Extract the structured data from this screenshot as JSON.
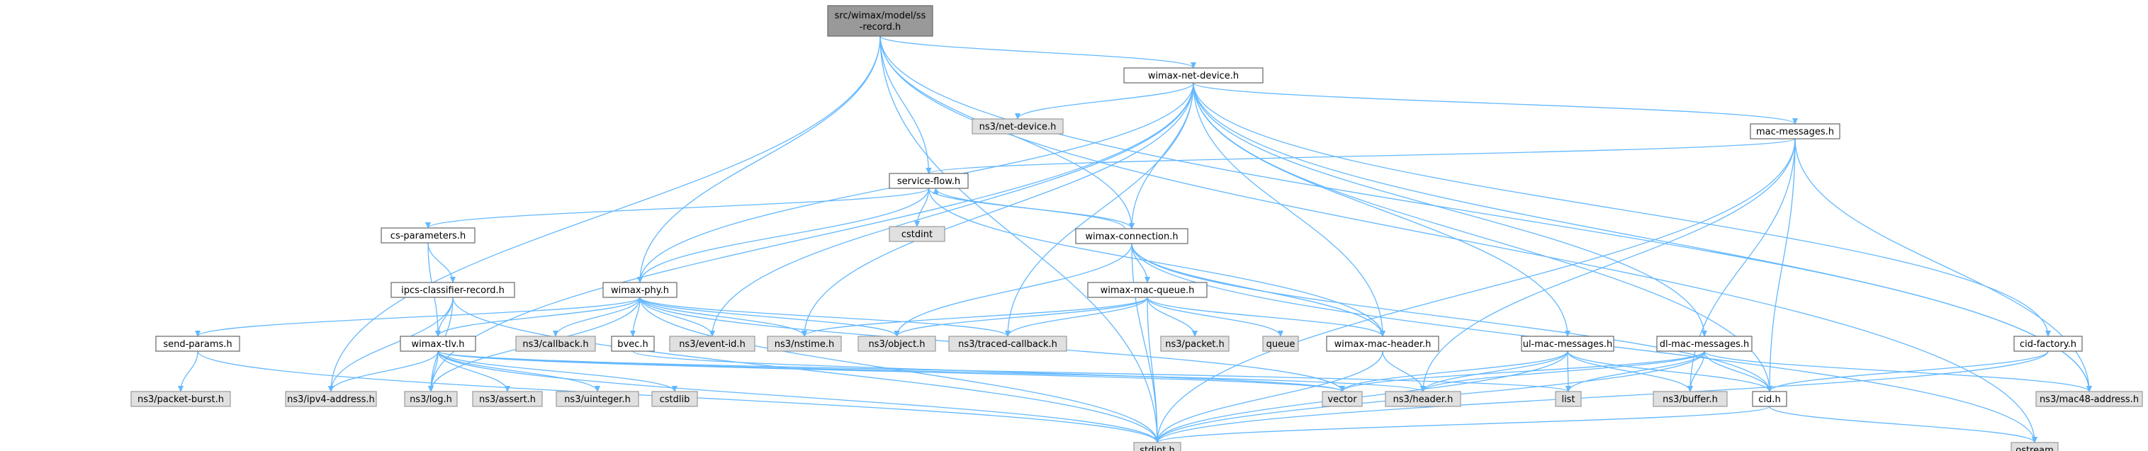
{
  "colors": {
    "edge": "#63b8ff",
    "root_fill": "#999999",
    "local_fill": "#ffffff",
    "system_fill": "#e0e0e0"
  },
  "nodes": [
    {
      "id": "root",
      "kind": "root",
      "lines": [
        "src/wimax/model/ss",
        "-record.h"
      ]
    },
    {
      "id": "netdev",
      "kind": "local",
      "lines": [
        "wimax-net-device.h"
      ]
    },
    {
      "id": "ns3netdev",
      "kind": "sys",
      "lines": [
        "ns3/net-device.h"
      ]
    },
    {
      "id": "macmsg",
      "kind": "local",
      "lines": [
        "mac-messages.h"
      ]
    },
    {
      "id": "sflow",
      "kind": "local",
      "lines": [
        "service-flow.h"
      ]
    },
    {
      "id": "cstdint",
      "kind": "sys",
      "lines": [
        "cstdint"
      ]
    },
    {
      "id": "wconn",
      "kind": "local",
      "lines": [
        "wimax-connection.h"
      ]
    },
    {
      "id": "csparam",
      "kind": "local",
      "lines": [
        "cs-parameters.h"
      ]
    },
    {
      "id": "ipcs",
      "kind": "local",
      "lines": [
        "ipcs-classifier-record.h"
      ]
    },
    {
      "id": "wphy",
      "kind": "local",
      "lines": [
        "wimax-phy.h"
      ]
    },
    {
      "id": "wmq",
      "kind": "local",
      "lines": [
        "wimax-mac-queue.h"
      ]
    },
    {
      "id": "sendp",
      "kind": "local",
      "lines": [
        "send-params.h"
      ]
    },
    {
      "id": "wtlv",
      "kind": "local",
      "lines": [
        "wimax-tlv.h"
      ]
    },
    {
      "id": "callback",
      "kind": "sys",
      "lines": [
        "ns3/callback.h"
      ]
    },
    {
      "id": "bvec",
      "kind": "local",
      "lines": [
        "bvec.h"
      ]
    },
    {
      "id": "eventid",
      "kind": "sys",
      "lines": [
        "ns3/event-id.h"
      ]
    },
    {
      "id": "nstime",
      "kind": "sys",
      "lines": [
        "ns3/nstime.h"
      ]
    },
    {
      "id": "object",
      "kind": "sys",
      "lines": [
        "ns3/object.h"
      ]
    },
    {
      "id": "tcallback",
      "kind": "sys",
      "lines": [
        "ns3/traced-callback.h"
      ]
    },
    {
      "id": "packet",
      "kind": "sys",
      "lines": [
        "ns3/packet.h"
      ]
    },
    {
      "id": "queue",
      "kind": "sys",
      "lines": [
        "queue"
      ]
    },
    {
      "id": "wmh",
      "kind": "local",
      "lines": [
        "wimax-mac-header.h"
      ]
    },
    {
      "id": "ulmac",
      "kind": "local",
      "lines": [
        "ul-mac-messages.h"
      ]
    },
    {
      "id": "dlmac",
      "kind": "local",
      "lines": [
        "dl-mac-messages.h"
      ]
    },
    {
      "id": "cidfac",
      "kind": "local",
      "lines": [
        "cid-factory.h"
      ]
    },
    {
      "id": "pburst",
      "kind": "sys",
      "lines": [
        "ns3/packet-burst.h"
      ]
    },
    {
      "id": "ipv4",
      "kind": "sys",
      "lines": [
        "ns3/ipv4-address.h"
      ]
    },
    {
      "id": "log",
      "kind": "sys",
      "lines": [
        "ns3/log.h"
      ]
    },
    {
      "id": "assert",
      "kind": "sys",
      "lines": [
        "ns3/assert.h"
      ]
    },
    {
      "id": "uint",
      "kind": "sys",
      "lines": [
        "ns3/uinteger.h"
      ]
    },
    {
      "id": "cstdlib",
      "kind": "sys",
      "lines": [
        "cstdlib"
      ]
    },
    {
      "id": "vector",
      "kind": "sys",
      "lines": [
        "vector"
      ]
    },
    {
      "id": "header",
      "kind": "sys",
      "lines": [
        "ns3/header.h"
      ]
    },
    {
      "id": "list",
      "kind": "sys",
      "lines": [
        "list"
      ]
    },
    {
      "id": "buffer",
      "kind": "sys",
      "lines": [
        "ns3/buffer.h"
      ]
    },
    {
      "id": "cid",
      "kind": "local",
      "lines": [
        "cid.h"
      ]
    },
    {
      "id": "mac48",
      "kind": "sys",
      "lines": [
        "ns3/mac48-address.h"
      ]
    },
    {
      "id": "ostream",
      "kind": "sys",
      "lines": [
        "ostream"
      ]
    },
    {
      "id": "stdint",
      "kind": "sys",
      "lines": [
        "stdint.h"
      ]
    }
  ],
  "edges": [
    [
      "root",
      "netdev"
    ],
    [
      "root",
      "sflow"
    ],
    [
      "root",
      "wconn"
    ],
    [
      "root",
      "wphy"
    ],
    [
      "root",
      "ipv4"
    ],
    [
      "root",
      "stdint"
    ],
    [
      "root",
      "mac48"
    ],
    [
      "root",
      "ostream"
    ],
    [
      "netdev",
      "ns3netdev"
    ],
    [
      "netdev",
      "macmsg"
    ],
    [
      "netdev",
      "wconn"
    ],
    [
      "netdev",
      "wphy"
    ],
    [
      "netdev",
      "wmh"
    ],
    [
      "netdev",
      "ulmac"
    ],
    [
      "netdev",
      "dlmac"
    ],
    [
      "netdev",
      "cidfac"
    ],
    [
      "netdev",
      "log"
    ],
    [
      "netdev",
      "eventid"
    ],
    [
      "netdev",
      "nstime"
    ],
    [
      "netdev",
      "tcallback"
    ],
    [
      "netdev",
      "cid"
    ],
    [
      "netdev",
      "mac48"
    ],
    [
      "macmsg",
      "sflow"
    ],
    [
      "macmsg",
      "header"
    ],
    [
      "macmsg",
      "buffer"
    ],
    [
      "macmsg",
      "cid"
    ],
    [
      "macmsg",
      "mac48"
    ],
    [
      "macmsg",
      "stdint"
    ],
    [
      "sflow",
      "cstdint"
    ],
    [
      "sflow",
      "csparam"
    ],
    [
      "sflow",
      "wconn"
    ],
    [
      "sflow",
      "wphy"
    ],
    [
      "sflow",
      "wmh"
    ],
    [
      "wconn",
      "sflow"
    ],
    [
      "wconn",
      "wmq"
    ],
    [
      "wconn",
      "wmh"
    ],
    [
      "wconn",
      "object"
    ],
    [
      "wconn",
      "cid"
    ],
    [
      "wconn",
      "stdint"
    ],
    [
      "wconn",
      "ostream"
    ],
    [
      "csparam",
      "ipcs"
    ],
    [
      "csparam",
      "wtlv"
    ],
    [
      "ipcs",
      "wtlv"
    ],
    [
      "ipcs",
      "ipv4"
    ],
    [
      "ipcs",
      "log"
    ],
    [
      "ipcs",
      "stdint"
    ],
    [
      "wphy",
      "sendp"
    ],
    [
      "wphy",
      "wtlv"
    ],
    [
      "wphy",
      "callback"
    ],
    [
      "wphy",
      "bvec"
    ],
    [
      "wphy",
      "eventid"
    ],
    [
      "wphy",
      "nstime"
    ],
    [
      "wphy",
      "object"
    ],
    [
      "wphy",
      "tcallback"
    ],
    [
      "wphy",
      "log"
    ],
    [
      "wphy",
      "stdint"
    ],
    [
      "wphy",
      "vector"
    ],
    [
      "wmq",
      "wmh"
    ],
    [
      "wmq",
      "object"
    ],
    [
      "wmq",
      "tcallback"
    ],
    [
      "wmq",
      "packet"
    ],
    [
      "wmq",
      "queue"
    ],
    [
      "wmq",
      "nstime"
    ],
    [
      "wmq",
      "stdint"
    ],
    [
      "sendp",
      "pburst"
    ],
    [
      "sendp",
      "stdint"
    ],
    [
      "wtlv",
      "ipv4"
    ],
    [
      "wtlv",
      "log"
    ],
    [
      "wtlv",
      "assert"
    ],
    [
      "wtlv",
      "uint"
    ],
    [
      "wtlv",
      "cstdlib"
    ],
    [
      "wtlv",
      "vector"
    ],
    [
      "wtlv",
      "header"
    ],
    [
      "wtlv",
      "list"
    ],
    [
      "wtlv",
      "stdint"
    ],
    [
      "bvec",
      "vector"
    ],
    [
      "wmh",
      "header"
    ],
    [
      "wmh",
      "stdint"
    ],
    [
      "ulmac",
      "vector"
    ],
    [
      "ulmac",
      "header"
    ],
    [
      "ulmac",
      "list"
    ],
    [
      "ulmac",
      "buffer"
    ],
    [
      "ulmac",
      "cid"
    ],
    [
      "ulmac",
      "stdint"
    ],
    [
      "dlmac",
      "vector"
    ],
    [
      "dlmac",
      "header"
    ],
    [
      "dlmac",
      "list"
    ],
    [
      "dlmac",
      "buffer"
    ],
    [
      "dlmac",
      "cid"
    ],
    [
      "dlmac",
      "mac48"
    ],
    [
      "dlmac",
      "stdint"
    ],
    [
      "cidfac",
      "cid"
    ],
    [
      "cidfac",
      "stdint"
    ],
    [
      "cid",
      "ostream"
    ],
    [
      "cid",
      "stdint"
    ]
  ]
}
